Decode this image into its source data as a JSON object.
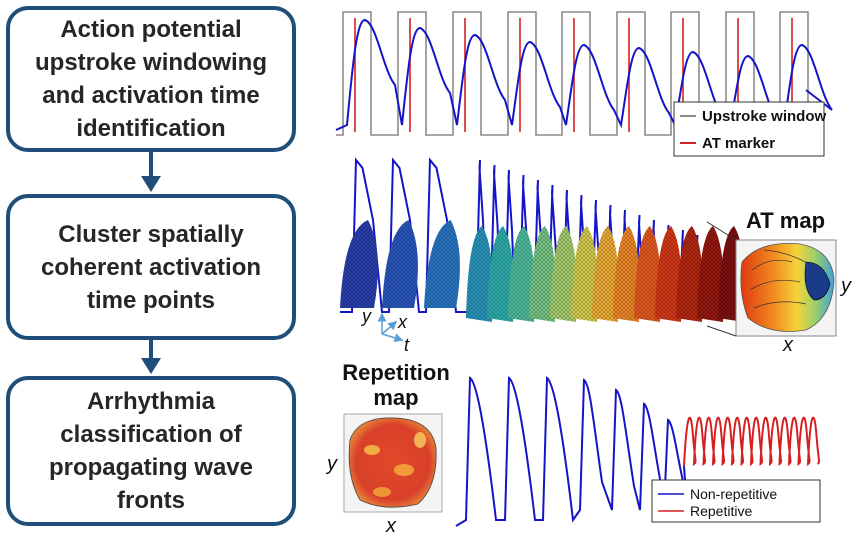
{
  "steps": [
    {
      "text": "Action potential\nupstroke windowing\nand activation time\nidentification"
    },
    {
      "text": "Cluster spatially\ncoherent activation\ntime points"
    },
    {
      "text": "Arrhythmia\nclassification of\npropagating wave\nfronts"
    }
  ],
  "panel1": {
    "legend": {
      "upstroke_window": "Upstroke window",
      "at_marker": "AT marker"
    }
  },
  "panel2": {
    "at_map_title": "AT map",
    "axes": {
      "y": "y",
      "x": "x",
      "t": "t",
      "map_y": "y",
      "map_x": "x"
    }
  },
  "panel3": {
    "repetition_map_title": "Repetition map",
    "axes": {
      "y": "y",
      "x": "x"
    },
    "legend": {
      "non_repetitive": "Non-repetitive",
      "repetitive": "Repetitive"
    }
  },
  "colors": {
    "box_border": "#1f4e79",
    "arrow": "#1f4e79",
    "signal": "#1515c8",
    "at_marker": "#d62020",
    "window": "#8c8c8c",
    "repetitive": "#d62020"
  }
}
